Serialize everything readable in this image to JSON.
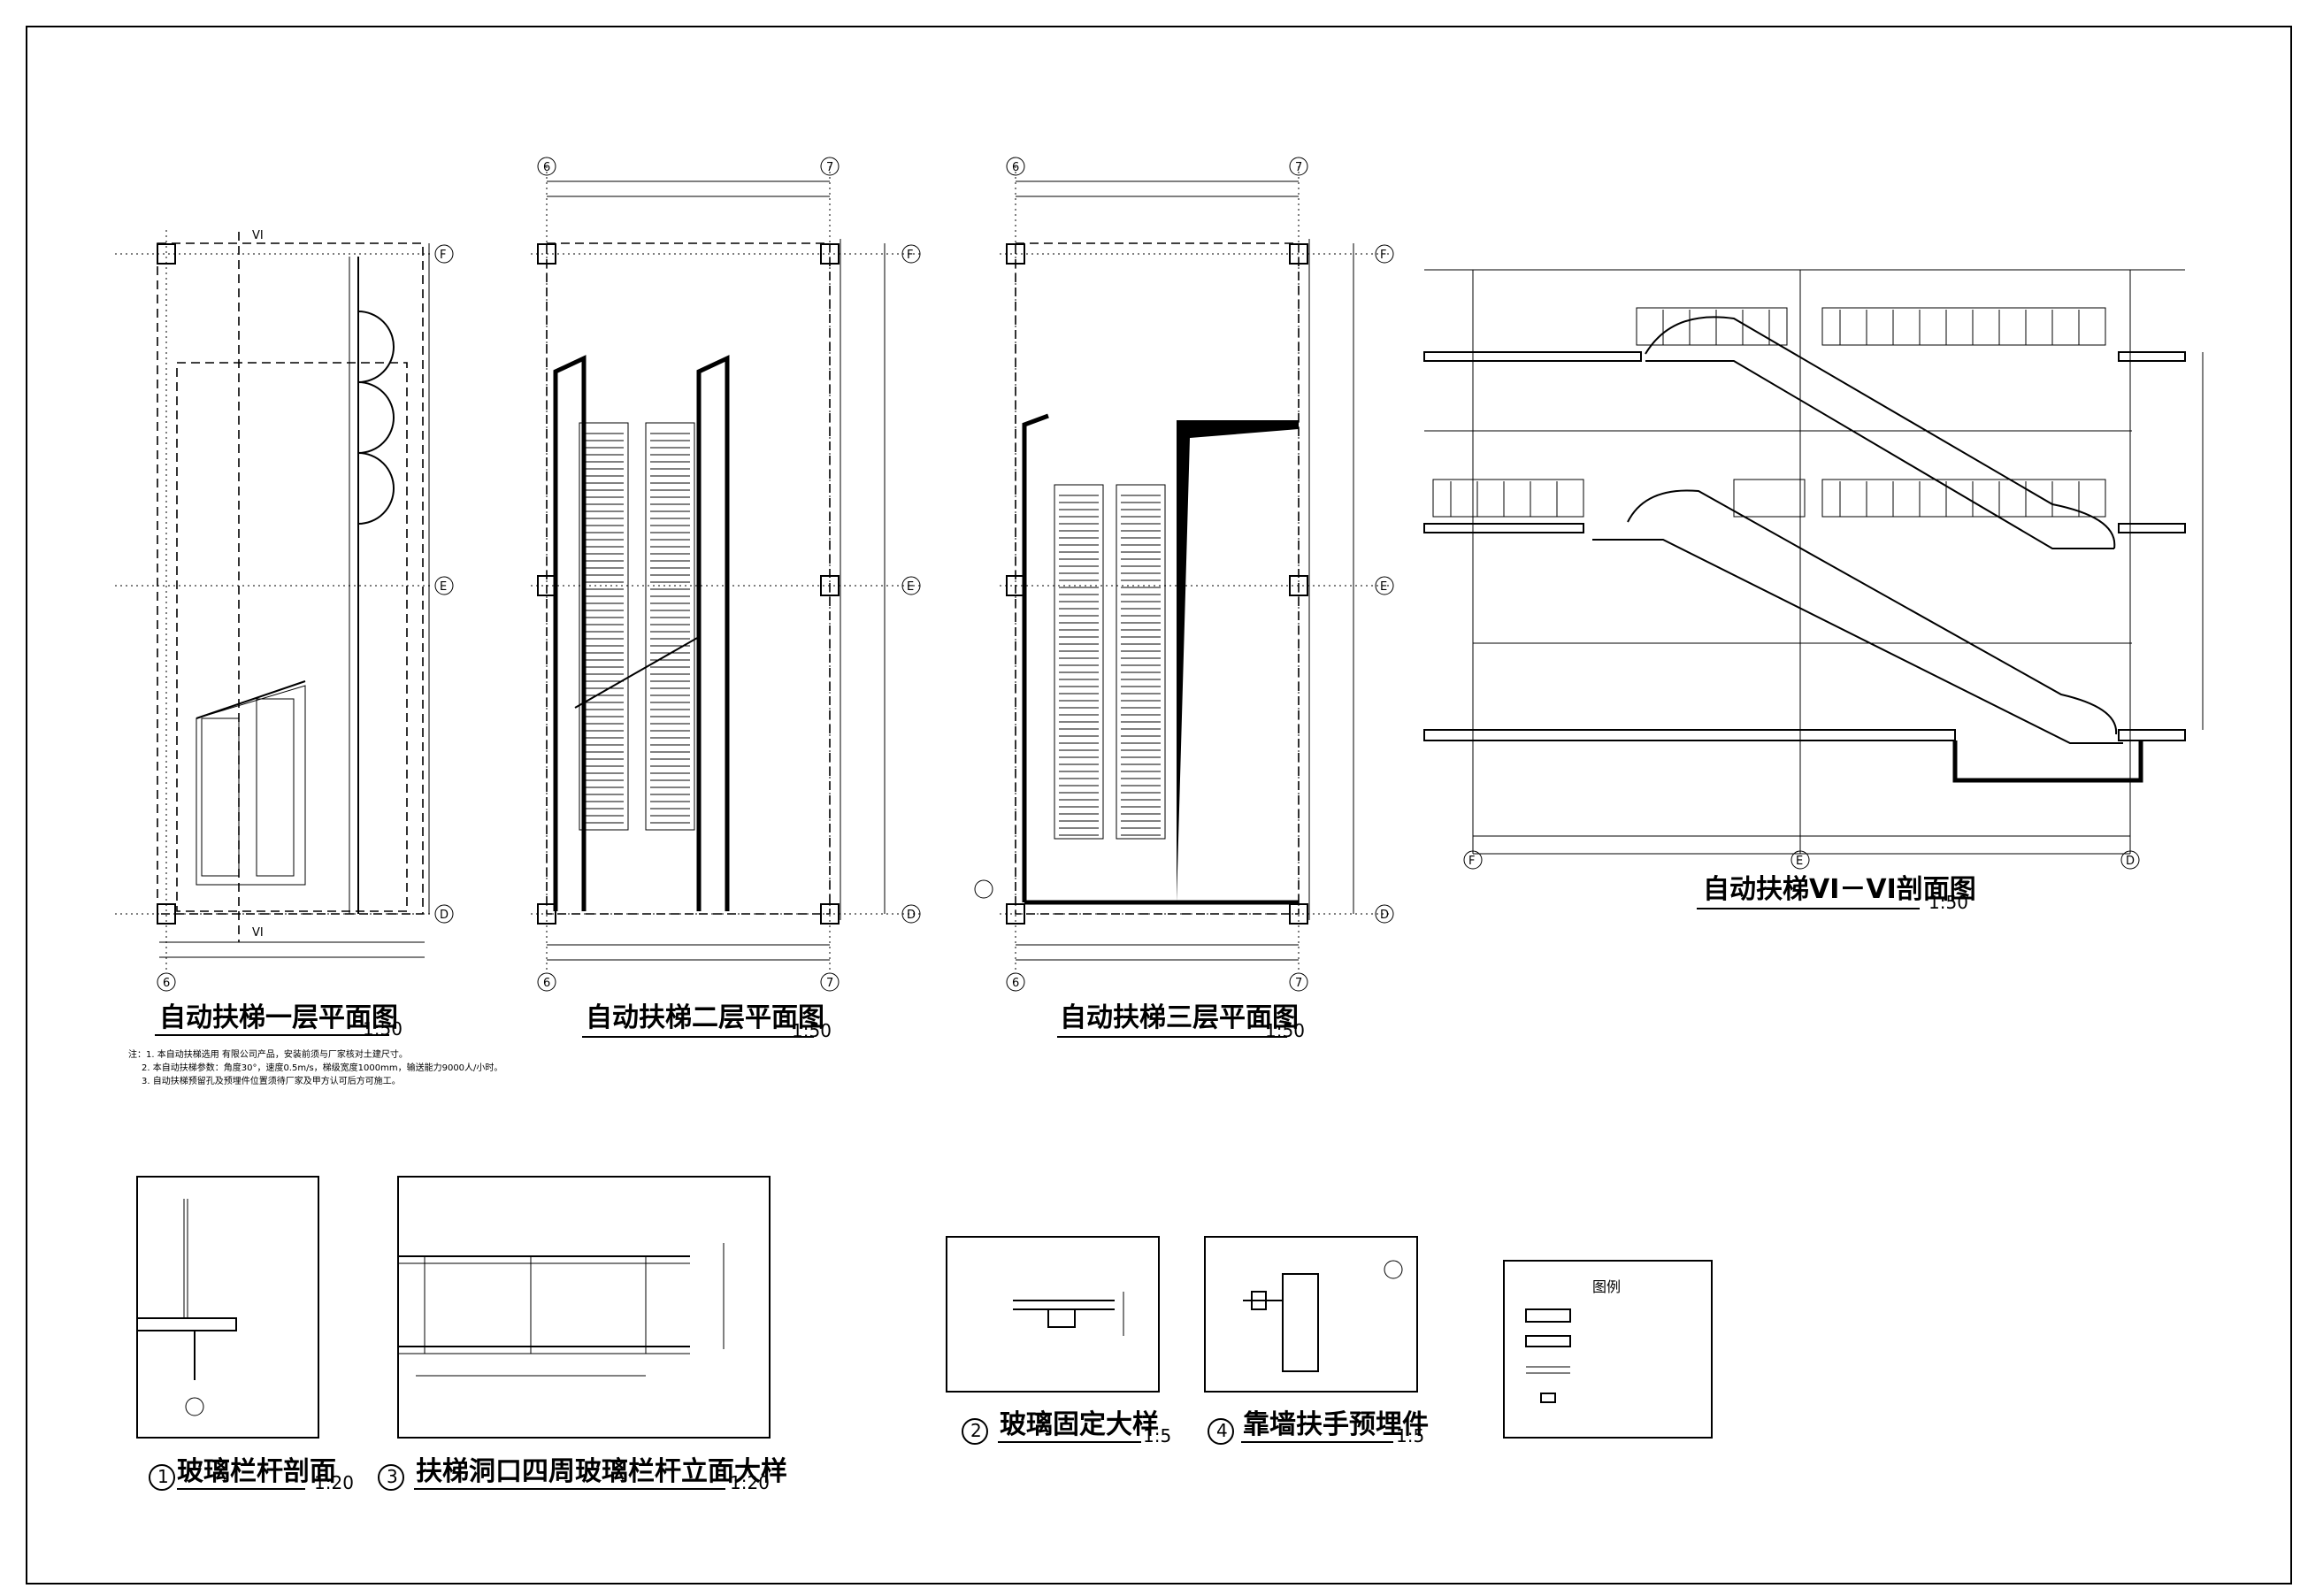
{
  "drawing": {
    "plan1": {
      "title": "自动扶梯一层平面图",
      "scale": "1:50"
    },
    "plan2": {
      "title": "自动扶梯二层平面图",
      "scale": "1:50"
    },
    "plan3": {
      "title": "自动扶梯三层平面图",
      "scale": "1:50"
    },
    "section": {
      "title": "自动扶梯VI－VI剖面图",
      "scale": "1:50"
    },
    "detail1": {
      "number": "1",
      "title": "玻璃栏杆剖面",
      "scale": "1:20"
    },
    "detail3": {
      "number": "3",
      "title": "扶梯洞口四周玻璃栏杆立面大样",
      "scale": "1:20"
    },
    "detail2": {
      "number": "2",
      "title": "玻璃固定大样",
      "scale": "1:5"
    },
    "detail4": {
      "number": "4",
      "title": "靠墙扶手预埋件",
      "scale": "1:5"
    },
    "legend": {
      "title": "图例"
    },
    "notes": [
      "注：1. 本自动扶梯选用 有限公司产品，安装前须与厂家核对土建尺寸。",
      "2. 本自动扶梯参数：角度30°，速度0.5m/s，梯级宽度1000mm，输送能力9000人/小时。",
      "3. 自动扶梯预留孔及预埋件位置须待厂家及甲方认可后方可施工。"
    ],
    "axes": {
      "plan_left": "6",
      "plan_right": "7",
      "plan_top": "F",
      "plan_mid": "E",
      "plan_bottom": "D",
      "section_left": "F",
      "section_mid": "E",
      "section_right": "D"
    },
    "cutting_mark": "VI"
  }
}
